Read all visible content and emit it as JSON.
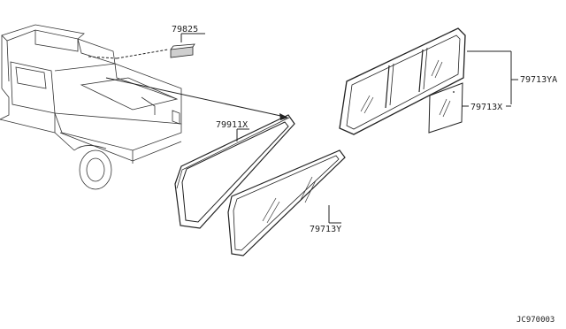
{
  "diagram": {
    "parts": [
      {
        "part_no": "79825"
      },
      {
        "part_no": "79911X"
      },
      {
        "part_no": "79713Y"
      },
      {
        "part_no": "79713YA"
      },
      {
        "part_no": "79713X"
      }
    ],
    "footer_code": "JC970003"
  }
}
